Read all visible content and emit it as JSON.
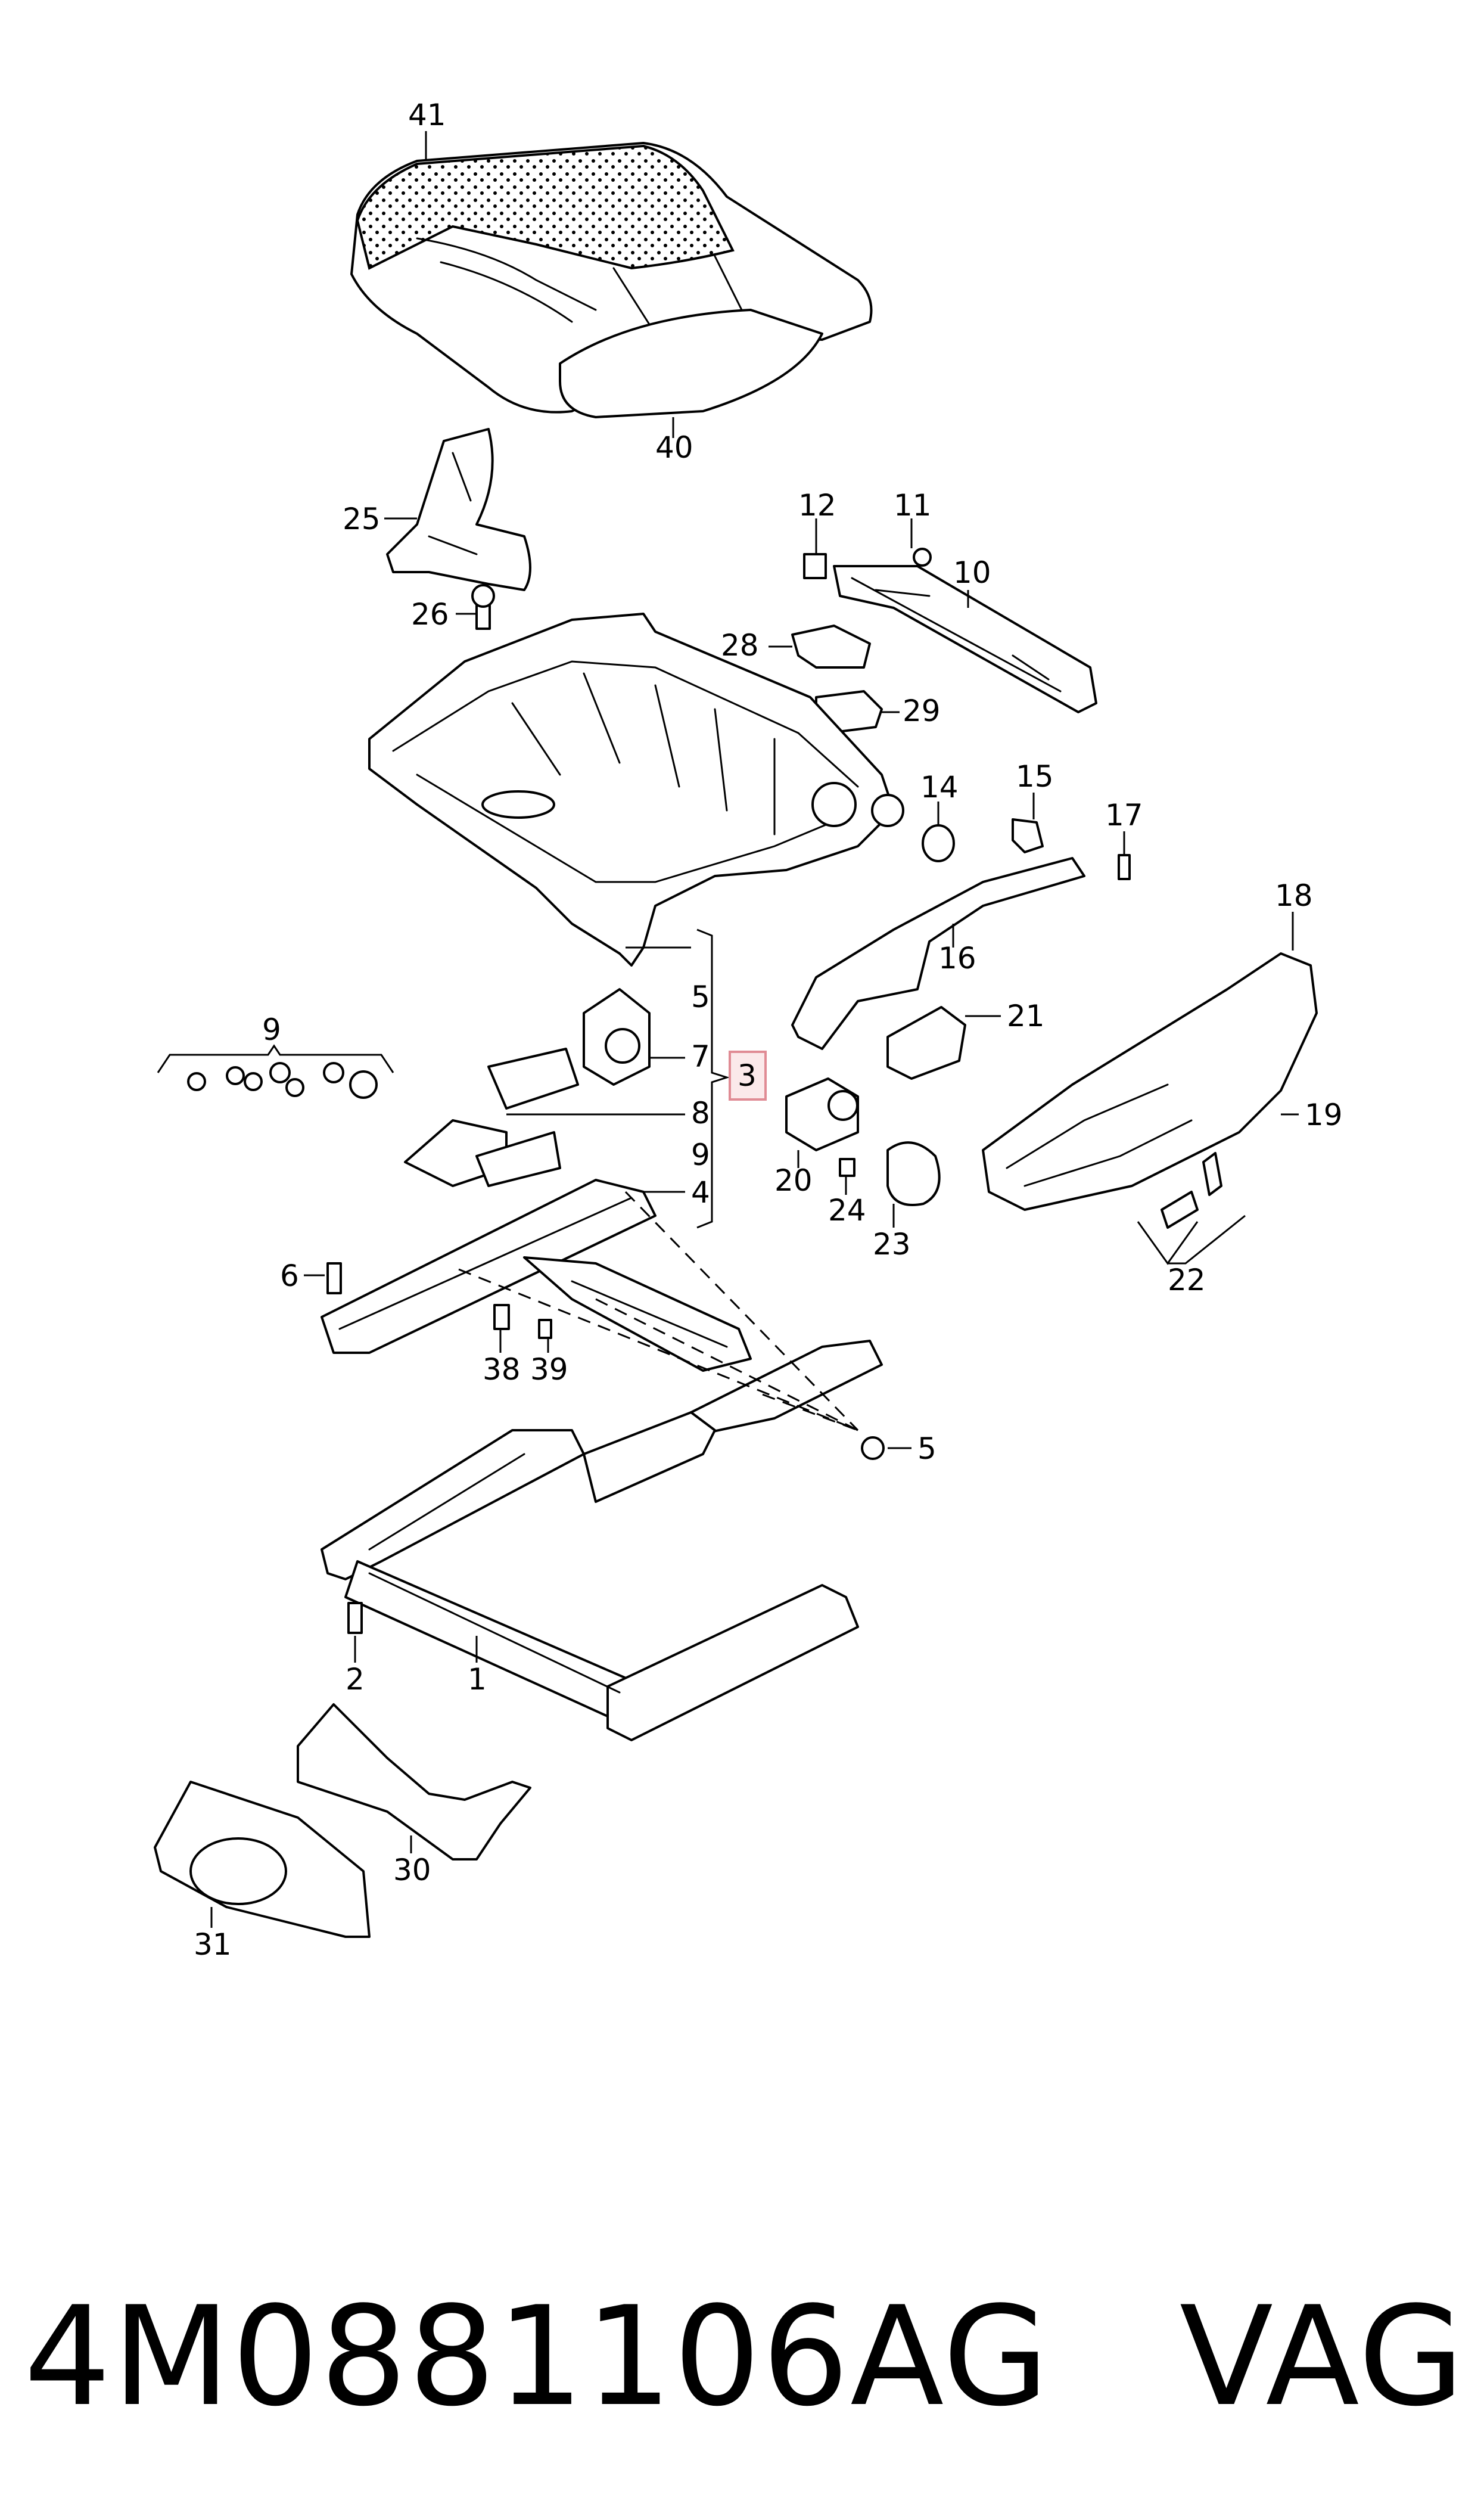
{
  "callouts": {
    "c41": "41",
    "c40": "40",
    "c25": "25",
    "c26": "26",
    "c12": "12",
    "c11": "11",
    "c10": "10",
    "c28": "28",
    "c29": "29",
    "c14": "14",
    "c15": "15",
    "c17": "17",
    "c16": "16",
    "c18": "18",
    "c21": "21",
    "c19": "19",
    "c20": "20",
    "c24": "24",
    "c23": "23",
    "c22": "22",
    "c9a": "9",
    "c9b": "9",
    "c5a": "5",
    "c5b": "5",
    "c7": "7",
    "c3": "3",
    "c8": "8",
    "c4": "4",
    "c6": "6",
    "c38": "38",
    "c39": "39",
    "c2": "2",
    "c1": "1",
    "c30": "30",
    "c31": "31"
  },
  "footer": {
    "part_number": "4M0881106AG",
    "brand": "VAG"
  }
}
